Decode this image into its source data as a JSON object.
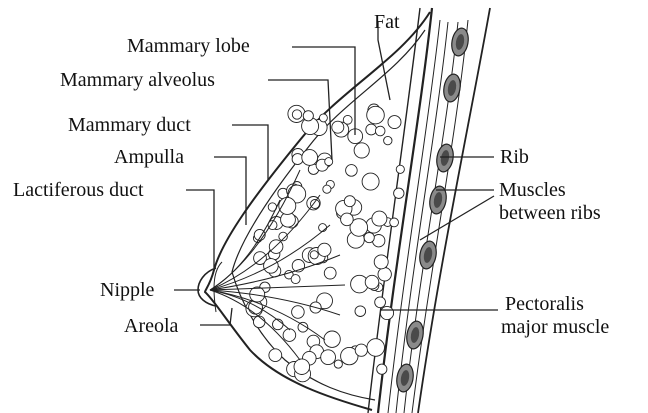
{
  "labels": {
    "fat": "Fat",
    "mammary_lobe": "Mammary lobe",
    "mammary_alveolus": "Mammary alveolus",
    "mammary_duct": "Mammary duct",
    "ampulla": "Ampulla",
    "lactiferous_duct": "Lactiferous duct",
    "nipple": "Nipple",
    "areola": "Areola",
    "rib": "Rib",
    "muscles_line1": "Muscles",
    "muscles_line2": "between ribs",
    "pectoralis_line1": "Pectoralis",
    "pectoralis_line2": "major muscle"
  },
  "colors": {
    "ink": "#222222",
    "rib_fill": "#8a8a8a",
    "rib_core": "#4a4a4a",
    "background": "#ffffff"
  }
}
